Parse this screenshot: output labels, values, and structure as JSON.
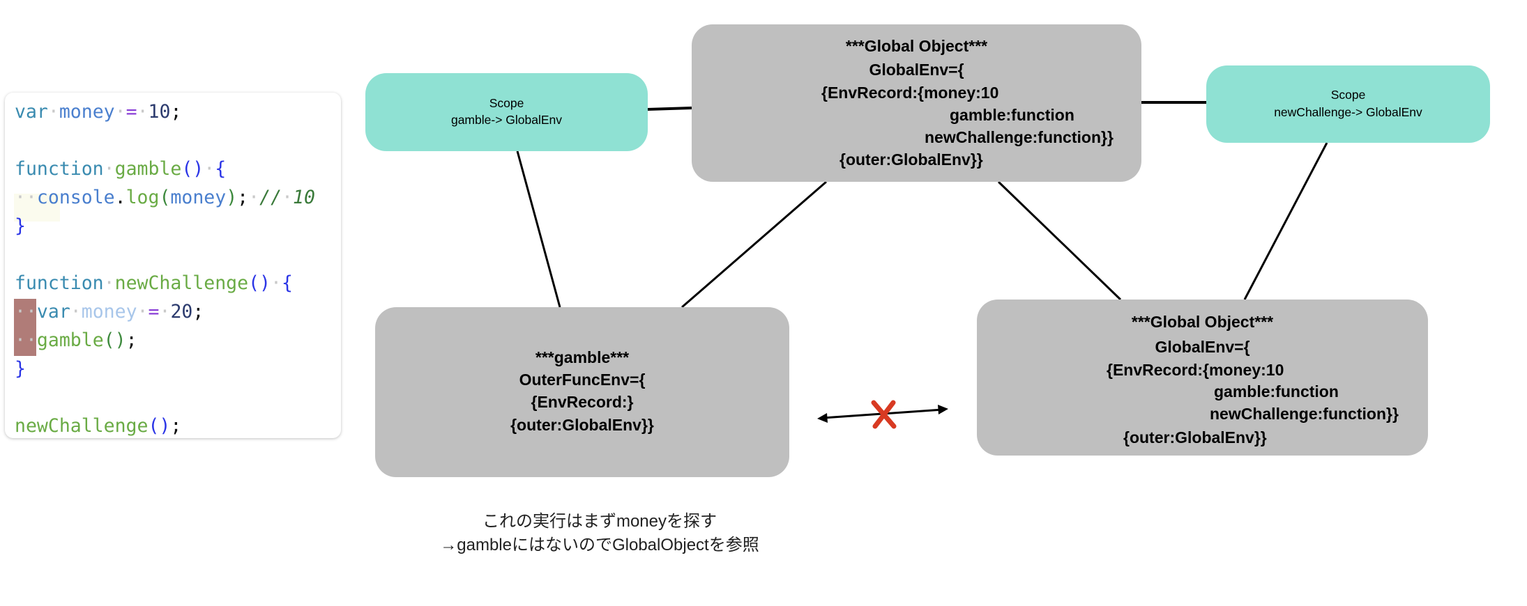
{
  "code": {
    "lines": [
      [
        [
          "kw",
          "var"
        ],
        [
          "ws",
          "·"
        ],
        [
          "id",
          "money"
        ],
        [
          "ws",
          "·"
        ],
        [
          "op",
          "="
        ],
        [
          "ws",
          "·"
        ],
        [
          "num",
          "10"
        ],
        [
          "pun",
          ";"
        ]
      ],
      [],
      [
        [
          "kw",
          "function"
        ],
        [
          "ws",
          "·"
        ],
        [
          "fn",
          "gamble"
        ],
        [
          "br",
          "()"
        ],
        [
          "ws",
          "·"
        ],
        [
          "br",
          "{"
        ]
      ],
      [
        [
          "ws",
          "··"
        ],
        [
          "id",
          "console"
        ],
        [
          "pun",
          "."
        ],
        [
          "fn",
          "log"
        ],
        [
          "par",
          "("
        ],
        [
          "id",
          "money"
        ],
        [
          "par",
          ")"
        ],
        [
          "pun",
          ";"
        ],
        [
          "ws",
          "·"
        ],
        [
          "cm",
          "//"
        ],
        [
          "ws",
          "·"
        ],
        [
          "cm",
          "10"
        ]
      ],
      [
        [
          "br",
          "}"
        ]
      ],
      [],
      [
        [
          "kw",
          "function"
        ],
        [
          "ws",
          "·"
        ],
        [
          "fn",
          "newChallenge"
        ],
        [
          "br",
          "()"
        ],
        [
          "ws",
          "·"
        ],
        [
          "br",
          "{"
        ]
      ],
      [
        [
          "ws",
          "··"
        ],
        [
          "kw",
          "var"
        ],
        [
          "ws",
          "·"
        ],
        [
          "idf",
          "money"
        ],
        [
          "ws",
          "·"
        ],
        [
          "op",
          "="
        ],
        [
          "ws",
          "·"
        ],
        [
          "num",
          "20"
        ],
        [
          "pun",
          ";"
        ]
      ],
      [
        [
          "ws",
          "··"
        ],
        [
          "fn",
          "gamble"
        ],
        [
          "par",
          "()"
        ],
        [
          "pun",
          ";"
        ]
      ],
      [
        [
          "br",
          "}"
        ]
      ],
      [],
      [
        [
          "fn",
          "newChallenge"
        ],
        [
          "br",
          "()"
        ],
        [
          "pun",
          ";"
        ]
      ]
    ]
  },
  "diagram": {
    "scope_gamble": {
      "title": "Scope",
      "text": "gamble-> GlobalEnv"
    },
    "scope_new_challenge": {
      "title": "Scope",
      "text": "newChallenge-> GlobalEnv"
    },
    "global_top": {
      "title": "***Global Object***",
      "env": "GlobalEnv={",
      "record": "{EnvRecord:{money:10",
      "gamble": "gamble:function",
      "new_challenge": "newChallenge:function}}",
      "outer": "{outer:GlobalEnv}}"
    },
    "gamble_env": {
      "title": "***gamble***",
      "env": "OuterFuncEnv={",
      "record": "{EnvRecord:}",
      "outer": "{outer:GlobalEnv}}"
    },
    "global_bottom": {
      "title": "***Global Object***",
      "env": "GlobalEnv={",
      "record": "{EnvRecord:{money:10",
      "gamble": "gamble:function",
      "new_challenge": "newChallenge:function}}",
      "outer": "{outer:GlobalEnv}}"
    },
    "blocked_icon": "red-x-icon",
    "caption": [
      "これの実行はまずmoneyを探す",
      "→gambleにはないのでGlobalObjectを参照"
    ]
  },
  "colors": {
    "scope": "#8fe1d3",
    "env_box": "#bfbfbf",
    "cross": "#d83a22",
    "highlight": "#b07c78"
  }
}
